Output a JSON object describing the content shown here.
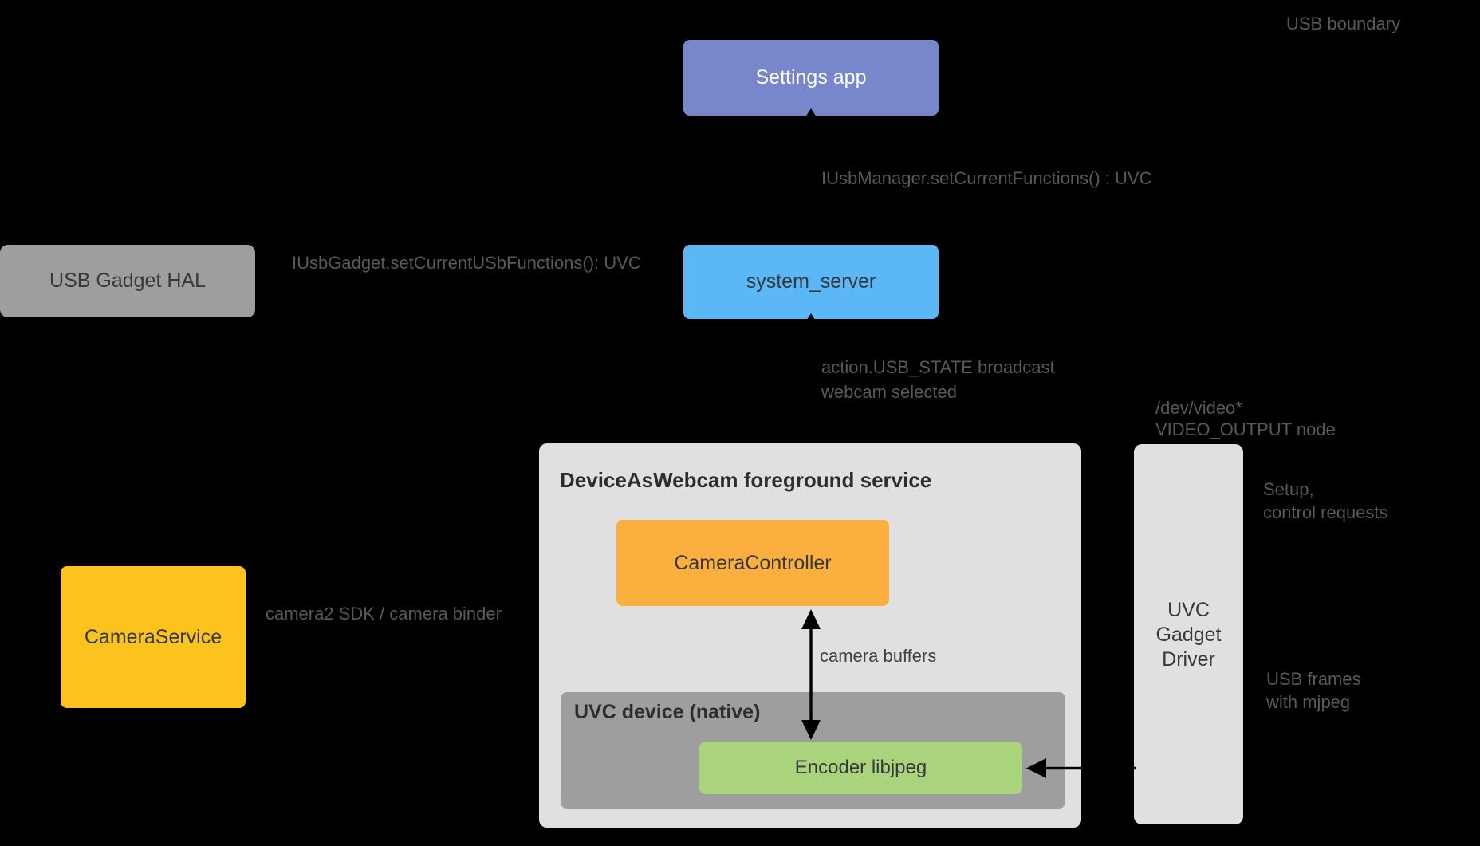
{
  "nodes": {
    "settings_app": {
      "label": "Settings app"
    },
    "usb_gadget_hal": {
      "label": "USB Gadget HAL"
    },
    "system_server": {
      "label": "system_server"
    },
    "device_as_webcam": {
      "title": "DeviceAsWebcam foreground service"
    },
    "camera_controller": {
      "label": "CameraController"
    },
    "camera_service": {
      "label": "CameraService"
    },
    "uvc_device": {
      "title": "UVC device (native)"
    },
    "encoder": {
      "label": "Encoder libjpeg"
    },
    "uvc_gadget_driver": {
      "lines": [
        "UVC",
        "Gadget",
        "Driver"
      ]
    }
  },
  "labels": {
    "usb_boundary": "USB boundary",
    "iusbmanager_call": "IUsbManager.setCurrentFunctions() : UVC",
    "iusbgadget_call": "IUsbGadget.setCurrentUSbFunctions(): UVC",
    "usb_state": [
      "action.USB_STATE broadcast",
      "webcam selected"
    ],
    "dev_video": [
      "/dev/video*",
      "VIDEO_OUTPUT node"
    ],
    "setup_control": [
      "Setup,",
      "control requests"
    ],
    "camera2_sdk": "camera2 SDK / camera binder",
    "camera_buffers": "camera buffers",
    "usb_frames": [
      "USB frames",
      "with mjpeg"
    ]
  },
  "colors": {
    "background": "#000000",
    "settings_app": "#7886CB",
    "system_server": "#5BB7F5",
    "gray_box": "#9D9E9E",
    "light_container": "#E0E0E0",
    "camera_controller": "#FAAF3E",
    "camera_service": "#FCC21D",
    "encoder": "#A9D47C",
    "arrow": "#000000",
    "annotation_text": "#56595D",
    "box_text": "#36393C",
    "title_text": "#2B2E31",
    "settings_text": "#FFFFFF"
  }
}
